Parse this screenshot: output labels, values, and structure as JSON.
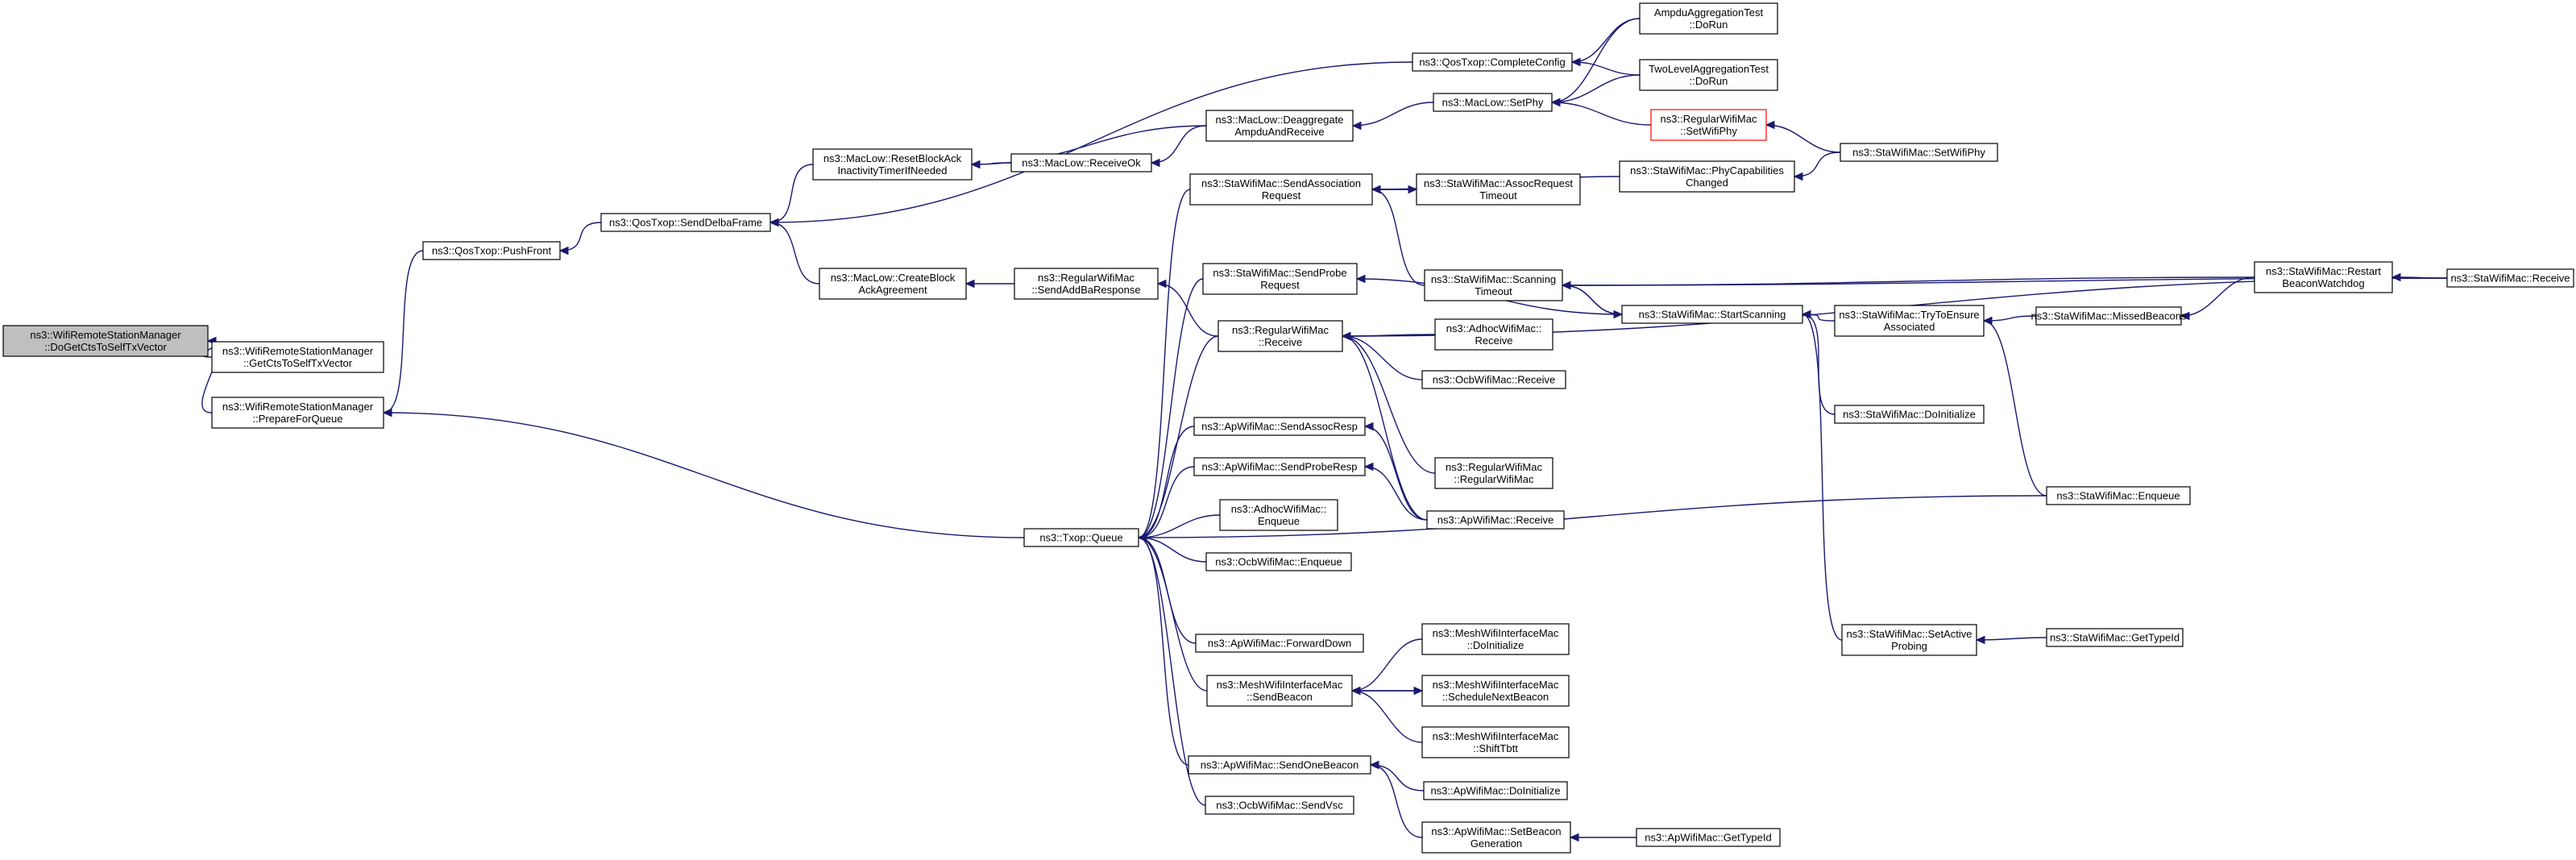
{
  "nodes": [
    {
      "id": "root",
      "lines": [
        "ns3::WifiRemoteStationManager",
        "::DoGetCtsToSelfTxVector"
      ],
      "style": "root"
    },
    {
      "id": "getcts",
      "lines": [
        "ns3::WifiRemoteStationManager",
        "::GetCtsToSelfTxVector"
      ]
    },
    {
      "id": "prepare",
      "lines": [
        "ns3::WifiRemoteStationManager",
        "::PrepareForQueue"
      ]
    },
    {
      "id": "pushfront",
      "lines": [
        "ns3::QosTxop::PushFront"
      ]
    },
    {
      "id": "senddelba",
      "lines": [
        "ns3::QosTxop::SendDelbaFrame"
      ]
    },
    {
      "id": "resetblockack",
      "lines": [
        "ns3::MacLow::ResetBlockAck",
        "InactivityTimerIfNeeded"
      ]
    },
    {
      "id": "createblock",
      "lines": [
        "ns3::MacLow::CreateBlock",
        "AckAgreement"
      ]
    },
    {
      "id": "receiveok",
      "lines": [
        "ns3::MacLow::ReceiveOk"
      ]
    },
    {
      "id": "deaggregate",
      "lines": [
        "ns3::MacLow::Deaggregate",
        "AmpduAndReceive"
      ]
    },
    {
      "id": "completeconfig",
      "lines": [
        "ns3::QosTxop::CompleteConfig"
      ]
    },
    {
      "id": "setphy",
      "lines": [
        "ns3::MacLow::SetPhy"
      ]
    },
    {
      "id": "ampdutest",
      "lines": [
        "AmpduAggregationTest",
        "::DoRun"
      ]
    },
    {
      "id": "twoleveltest",
      "lines": [
        "TwoLevelAggregationTest",
        "::DoRun"
      ]
    },
    {
      "id": "regsetwifiphy",
      "lines": [
        "ns3::RegularWifiMac",
        "::SetWifiPhy"
      ],
      "style": "red"
    },
    {
      "id": "stasetwifiphy",
      "lines": [
        "ns3::StaWifiMac::SetWifiPhy"
      ]
    },
    {
      "id": "phycap",
      "lines": [
        "ns3::StaWifiMac::PhyCapabilities",
        "Changed"
      ]
    },
    {
      "id": "sendassocreq",
      "lines": [
        "ns3::StaWifiMac::SendAssociation",
        "Request"
      ]
    },
    {
      "id": "assocreqtimeout",
      "lines": [
        "ns3::StaWifiMac::AssocRequest",
        "Timeout"
      ]
    },
    {
      "id": "scanningtimeout",
      "lines": [
        "ns3::StaWifiMac::Scanning",
        "Timeout"
      ]
    },
    {
      "id": "sendaddba",
      "lines": [
        "ns3::RegularWifiMac",
        "::SendAddBaResponse"
      ]
    },
    {
      "id": "sendprobereq",
      "lines": [
        "ns3::StaWifiMac::SendProbe",
        "Request"
      ]
    },
    {
      "id": "regreceive",
      "lines": [
        "ns3::RegularWifiMac",
        "::Receive"
      ]
    },
    {
      "id": "adhocreceive",
      "lines": [
        "ns3::AdhocWifiMac::",
        "Receive"
      ]
    },
    {
      "id": "ocbreceive",
      "lines": [
        "ns3::OcbWifiMac::Receive"
      ]
    },
    {
      "id": "regwifimac",
      "lines": [
        "ns3::RegularWifiMac",
        "::RegularWifiMac"
      ]
    },
    {
      "id": "apreceive",
      "lines": [
        "ns3::ApWifiMac::Receive"
      ]
    },
    {
      "id": "sendassocresp",
      "lines": [
        "ns3::ApWifiMac::SendAssocResp"
      ]
    },
    {
      "id": "sendproberesp",
      "lines": [
        "ns3::ApWifiMac::SendProbeResp"
      ]
    },
    {
      "id": "adhocenqueue",
      "lines": [
        "ns3::AdhocWifiMac::",
        "Enqueue"
      ]
    },
    {
      "id": "ocbenqueue",
      "lines": [
        "ns3::OcbWifiMac::Enqueue"
      ]
    },
    {
      "id": "txopqueue",
      "lines": [
        "ns3::Txop::Queue"
      ]
    },
    {
      "id": "forwarddown",
      "lines": [
        "ns3::ApWifiMac::ForwardDown"
      ]
    },
    {
      "id": "meshsendbeacon",
      "lines": [
        "ns3::MeshWifiInterfaceMac",
        "::SendBeacon"
      ]
    },
    {
      "id": "meshdoinit",
      "lines": [
        "ns3::MeshWifiInterfaceMac",
        "::DoInitialize"
      ]
    },
    {
      "id": "meshschedule",
      "lines": [
        "ns3::MeshWifiInterfaceMac",
        "::ScheduleNextBeacon"
      ]
    },
    {
      "id": "meshshift",
      "lines": [
        "ns3::MeshWifiInterfaceMac",
        "::ShiftTbtt"
      ]
    },
    {
      "id": "sendonebeacon",
      "lines": [
        "ns3::ApWifiMac::SendOneBeacon"
      ]
    },
    {
      "id": "apdoinit",
      "lines": [
        "ns3::ApWifiMac::DoInitialize"
      ]
    },
    {
      "id": "setbeacongen",
      "lines": [
        "ns3::ApWifiMac::SetBeacon",
        "Generation"
      ]
    },
    {
      "id": "apgettypeid",
      "lines": [
        "ns3::ApWifiMac::GetTypeId"
      ]
    },
    {
      "id": "ocbsendvsc",
      "lines": [
        "ns3::OcbWifiMac::SendVsc"
      ]
    },
    {
      "id": "startscanning",
      "lines": [
        "ns3::StaWifiMac::StartScanning"
      ]
    },
    {
      "id": "trytoensure",
      "lines": [
        "ns3::StaWifiMac::TryToEnsure",
        "Associated"
      ]
    },
    {
      "id": "missedbeacons",
      "lines": [
        "ns3::StaWifiMac::MissedBeacons"
      ]
    },
    {
      "id": "stadoinit",
      "lines": [
        "ns3::StaWifiMac::DoInitialize"
      ]
    },
    {
      "id": "restartbeacon",
      "lines": [
        "ns3::StaWifiMac::Restart",
        "BeaconWatchdog"
      ]
    },
    {
      "id": "stareceive",
      "lines": [
        "ns3::StaWifiMac::Receive"
      ]
    },
    {
      "id": "staenqueue",
      "lines": [
        "ns3::StaWifiMac::Enqueue"
      ]
    },
    {
      "id": "setactiveprobing",
      "lines": [
        "ns3::StaWifiMac::SetActive",
        "Probing"
      ]
    },
    {
      "id": "stagettypeid",
      "lines": [
        "ns3::StaWifiMac::GetTypeId"
      ]
    }
  ],
  "edges": [
    {
      "from": "getcts",
      "to": "root"
    },
    {
      "from": "prepare",
      "to": "root"
    },
    {
      "from": "pushfront",
      "to": "prepare"
    },
    {
      "from": "txopqueue",
      "to": "prepare"
    },
    {
      "from": "senddelba",
      "to": "pushfront"
    },
    {
      "from": "resetblockack",
      "to": "senddelba"
    },
    {
      "from": "createblock",
      "to": "senddelba"
    },
    {
      "from": "completeconfig",
      "to": "senddelba"
    },
    {
      "from": "receiveok",
      "to": "resetblockack"
    },
    {
      "from": "deaggregate",
      "to": "resetblockack"
    },
    {
      "from": "deaggregate",
      "to": "receiveok"
    },
    {
      "from": "setphy",
      "to": "deaggregate"
    },
    {
      "from": "ampdutest",
      "to": "completeconfig"
    },
    {
      "from": "twoleveltest",
      "to": "completeconfig"
    },
    {
      "from": "ampdutest",
      "to": "setphy"
    },
    {
      "from": "twoleveltest",
      "to": "setphy"
    },
    {
      "from": "regsetwifiphy",
      "to": "setphy"
    },
    {
      "from": "stasetwifiphy",
      "to": "regsetwifiphy"
    },
    {
      "from": "sendaddba",
      "to": "createblock"
    },
    {
      "from": "regreceive",
      "to": "sendaddba"
    },
    {
      "from": "phycap",
      "to": "sendassocreq"
    },
    {
      "from": "assocreqtimeout",
      "to": "sendassocreq"
    },
    {
      "from": "scanningtimeout",
      "to": "sendassocreq"
    },
    {
      "from": "sendassocreq",
      "to": "assocreqtimeout"
    },
    {
      "from": "sendassocreq",
      "to": "txopqueue"
    },
    {
      "from": "sendprobereq",
      "to": "txopqueue"
    },
    {
      "from": "regreceive",
      "to": "txopqueue"
    },
    {
      "from": "sendassocresp",
      "to": "txopqueue"
    },
    {
      "from": "sendproberesp",
      "to": "txopqueue"
    },
    {
      "from": "adhocenqueue",
      "to": "txopqueue"
    },
    {
      "from": "ocbenqueue",
      "to": "txopqueue"
    },
    {
      "from": "staenqueue",
      "to": "txopqueue"
    },
    {
      "from": "forwarddown",
      "to": "txopqueue"
    },
    {
      "from": "meshsendbeacon",
      "to": "txopqueue"
    },
    {
      "from": "sendonebeacon",
      "to": "txopqueue"
    },
    {
      "from": "ocbsendvsc",
      "to": "txopqueue"
    },
    {
      "from": "stasetwifiphy",
      "to": "phycap"
    },
    {
      "from": "adhocreceive",
      "to": "regreceive"
    },
    {
      "from": "ocbreceive",
      "to": "regreceive"
    },
    {
      "from": "regwifimac",
      "to": "regreceive"
    },
    {
      "from": "apreceive",
      "to": "regreceive"
    },
    {
      "from": "stareceive",
      "to": "regreceive"
    },
    {
      "from": "apreceive",
      "to": "sendassocresp"
    },
    {
      "from": "apreceive",
      "to": "sendproberesp"
    },
    {
      "from": "startscanning",
      "to": "sendprobereq"
    },
    {
      "from": "startscanning",
      "to": "scanningtimeout"
    },
    {
      "from": "scanningtimeout",
      "to": "startscanning"
    },
    {
      "from": "stareceive",
      "to": "scanningtimeout"
    },
    {
      "from": "restartbeacon",
      "to": "scanningtimeout"
    },
    {
      "from": "trytoensure",
      "to": "startscanning"
    },
    {
      "from": "stadoinit",
      "to": "startscanning"
    },
    {
      "from": "setactiveprobing",
      "to": "startscanning"
    },
    {
      "from": "missedbeacons",
      "to": "trytoensure"
    },
    {
      "from": "staenqueue",
      "to": "trytoensure"
    },
    {
      "from": "restartbeacon",
      "to": "missedbeacons"
    },
    {
      "from": "stareceive",
      "to": "restartbeacon"
    },
    {
      "from": "stagettypeid",
      "to": "setactiveprobing"
    },
    {
      "from": "meshdoinit",
      "to": "meshsendbeacon"
    },
    {
      "from": "meshschedule",
      "to": "meshsendbeacon"
    },
    {
      "from": "meshshift",
      "to": "meshsendbeacon"
    },
    {
      "from": "meshsendbeacon",
      "to": "meshschedule"
    },
    {
      "from": "apdoinit",
      "to": "sendonebeacon"
    },
    {
      "from": "setbeacongen",
      "to": "sendonebeacon"
    },
    {
      "from": "apgettypeid",
      "to": "setbeacongen"
    }
  ]
}
